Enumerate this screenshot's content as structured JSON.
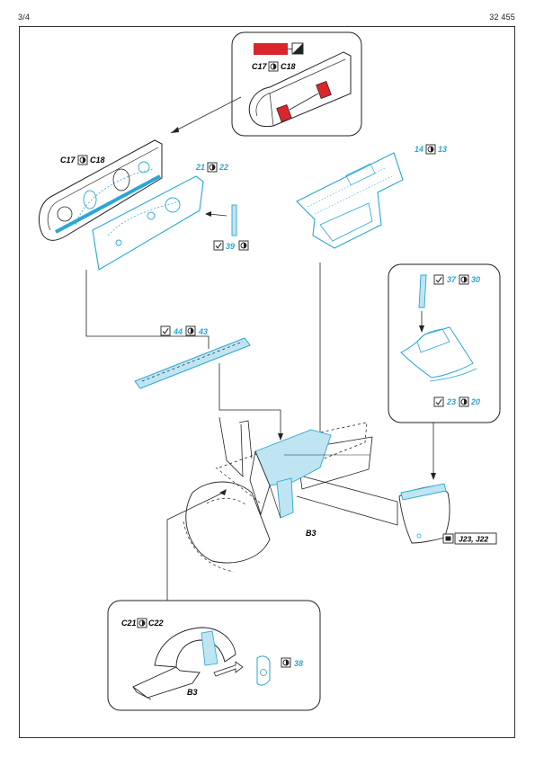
{
  "header": {
    "page": "3/4",
    "set_number": "32 455"
  },
  "colors": {
    "photoetch": "#2aa6d6",
    "plastic_red": "#d8262c",
    "etch_fill": "#bfe5f2",
    "line": "#2a2a2a"
  },
  "callouts": {
    "inset_top": {
      "part_a": "C17",
      "part_b": "C18"
    },
    "panel_left": {
      "part_a": "C17",
      "part_b": "C18"
    },
    "plate_21_22": {
      "a": "21",
      "b": "22"
    },
    "plate_14_13": {
      "a": "14",
      "b": "13"
    },
    "strip_39": {
      "a": "39"
    },
    "strip_44_43": {
      "a": "44",
      "b": "43"
    },
    "inset_right_top": {
      "a": "37",
      "b": "30"
    },
    "inset_right_bottom": {
      "a": "23",
      "b": "20"
    },
    "seat_parts": {
      "text": "J23, J22"
    },
    "assembly": {
      "label": "B3"
    },
    "inset_bottom": {
      "part_a": "C21",
      "part_b": "C22",
      "etch": "38",
      "label": "B3"
    }
  }
}
